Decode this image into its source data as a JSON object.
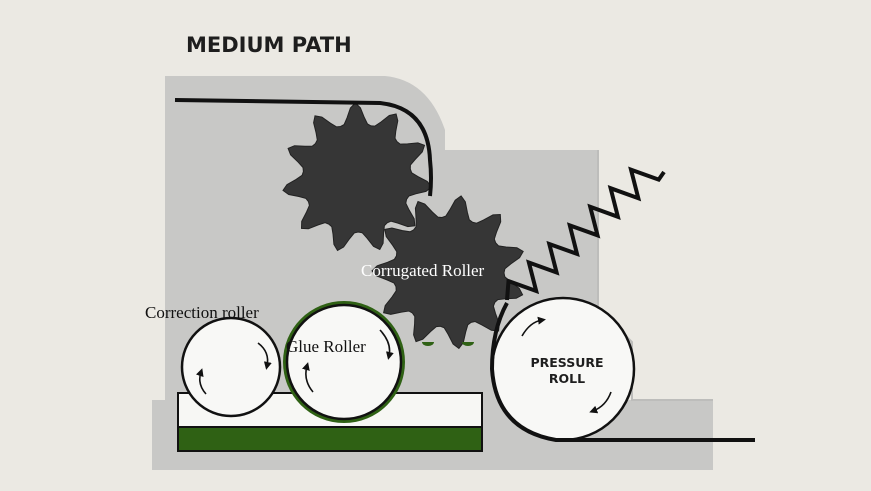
{
  "diagram": {
    "title": "MEDIUM PATH",
    "labels": {
      "corrugated_roller": "Corrugated Roller",
      "correction_roller": "Correction roller",
      "glue_roller": "Glue Roller",
      "pressure_roll_line1": "PRESSURE",
      "pressure_roll_line2": "ROLL"
    }
  },
  "colors": {
    "background": "#ebe9e3",
    "machine_body": "#c8c8c6",
    "gear": "#363636",
    "glue": "#2f6114",
    "outline": "#111111"
  }
}
